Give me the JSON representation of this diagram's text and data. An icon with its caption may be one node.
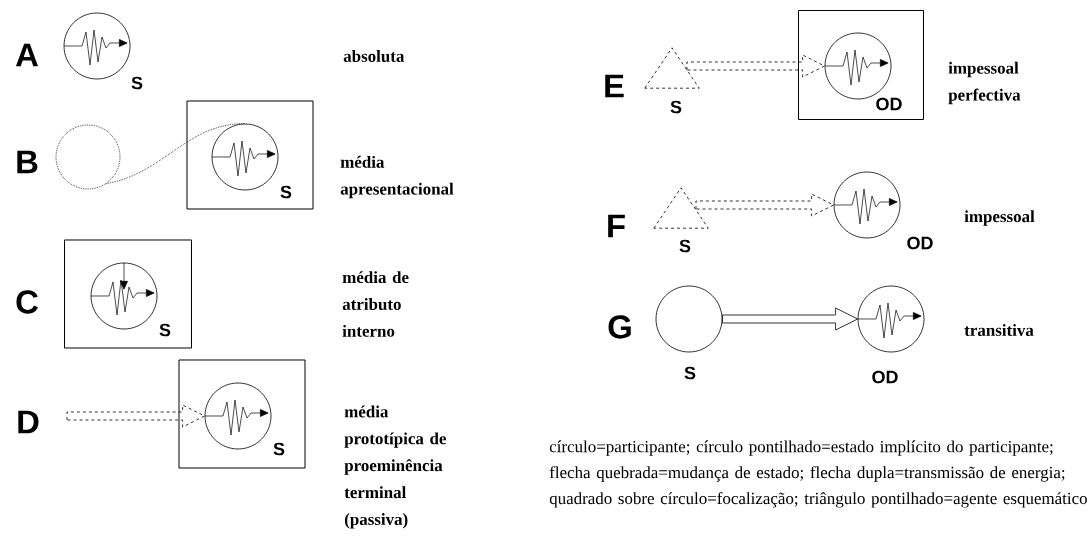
{
  "diagram": {
    "nodes": [
      {
        "text": [],
        "shape": "circle",
        "beside": [
          "S"
        ]
      },
      {
        "text": [],
        "shape": "circle"
      },
      {
        "text": [],
        "shape": "box"
      },
      {
        "text": [],
        "shape": "circle",
        "in": 2,
        "beside": [
          "S"
        ]
      },
      {
        "text": [],
        "shape": "box"
      },
      {
        "text": [],
        "shape": "circle",
        "in": 4,
        "beside": [
          "S"
        ]
      },
      {
        "text": [],
        "shape": "box"
      },
      {
        "text": [],
        "shape": "circle",
        "in": 6,
        "beside": [
          "S"
        ]
      },
      {
        "text": [],
        "shape": "triangle",
        "beside": [
          "S"
        ]
      },
      {
        "text": [],
        "shape": "box"
      },
      {
        "text": [],
        "shape": "circle",
        "in": 9,
        "beside": [
          "OD"
        ]
      },
      {
        "text": [],
        "shape": "triangle",
        "beside": [
          "S"
        ]
      },
      {
        "text": [],
        "shape": "circle",
        "beside": [
          "OD"
        ]
      },
      {
        "text": [],
        "shape": "circle",
        "beside": [
          "S"
        ]
      },
      {
        "text": [],
        "shape": "circle",
        "beside": [
          "OD"
        ]
      }
    ],
    "edges": [
      {
        "from": 1,
        "to": 3,
        "arrow": "none",
        "style": "dashed"
      },
      {
        "from": null,
        "to": 7,
        "arrow": "to",
        "style": "dashed"
      },
      {
        "from": 8,
        "to": 10,
        "arrow": "to",
        "style": "dashed"
      },
      {
        "from": 11,
        "to": 12,
        "arrow": "to",
        "style": "dashed"
      },
      {
        "from": 13,
        "to": 14,
        "arrow": "to"
      }
    ],
    "labels": [
      "A",
      "absoluta",
      "B",
      "média apresentacional",
      "C",
      "média de atributo interno",
      "D",
      "média prototípica de proeminência terminal (passiva)",
      "E",
      "impessoal perfectiva",
      "F",
      "impessoal",
      "G",
      "transitiva",
      "círculo=participante; círculo pontilhado=estado implícito do participante; flecha quebrada=mudança de estado; flecha dupla=transmissão de energia; quadrado sobre círculo=focalização; triângulo pontilhado=agente esquemático"
    ]
  }
}
